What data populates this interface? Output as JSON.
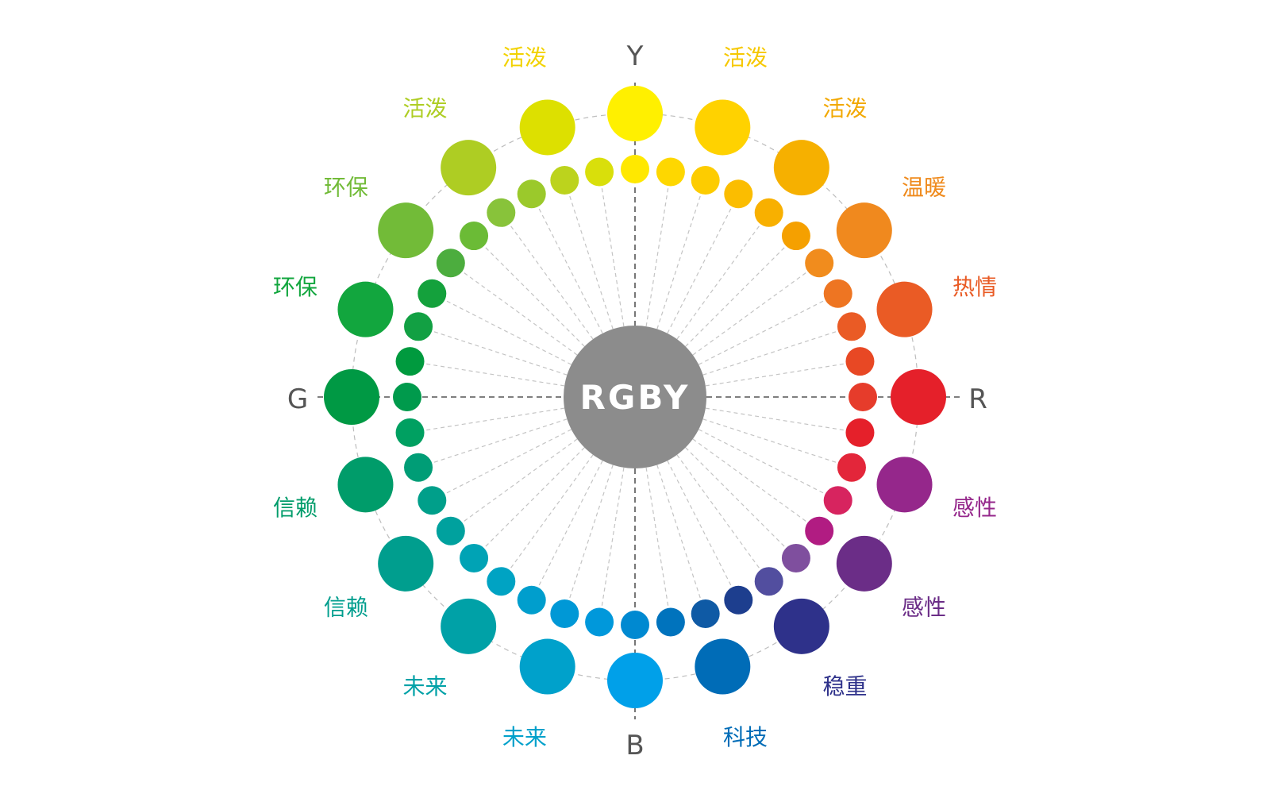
{
  "center": {
    "label": "RGBY",
    "color": "#8c8c8c"
  },
  "axes": {
    "top": "Y",
    "right": "R",
    "bottom": "B",
    "left": "G"
  },
  "outer_circles": [
    {
      "color": "#fff000",
      "label": ""
    },
    {
      "color": "#ffd200",
      "label": "活泼",
      "label_color": "#f6c800"
    },
    {
      "color": "#f6b000",
      "label": "活泼",
      "label_color": "#f2a800"
    },
    {
      "color": "#f0891e",
      "label": "温暖",
      "label_color": "#ef8a1c"
    },
    {
      "color": "#ea5b25",
      "label": "热情",
      "label_color": "#e95b25"
    },
    {
      "color": "#e5202a",
      "label": ""
    },
    {
      "color": "#95278b",
      "label": "感性",
      "label_color": "#95278b"
    },
    {
      "color": "#6b2d87",
      "label": "感性",
      "label_color": "#6b2d87"
    },
    {
      "color": "#2e318a",
      "label": "稳重",
      "label_color": "#2e318a"
    },
    {
      "color": "#006cb7",
      "label": "科技",
      "label_color": "#006cb7"
    },
    {
      "color": "#00a0e9",
      "label": ""
    },
    {
      "color": "#00a1cb",
      "label": "未来",
      "label_color": "#00a1cb"
    },
    {
      "color": "#00a1a7",
      "label": "未来",
      "label_color": "#00a1a7"
    },
    {
      "color": "#009e8e",
      "label": "信赖",
      "label_color": "#009e8e"
    },
    {
      "color": "#009c6a",
      "label": "信赖",
      "label_color": "#009c6a"
    },
    {
      "color": "#009944",
      "label": ""
    },
    {
      "color": "#12a63e",
      "label": "环保",
      "label_color": "#12a63e"
    },
    {
      "color": "#72bb38",
      "label": "环保",
      "label_color": "#72bb38"
    },
    {
      "color": "#aecd23",
      "label": "活泼",
      "label_color": "#aecd23"
    },
    {
      "color": "#dde000",
      "label": "活泼",
      "label_color": "#f2d200"
    }
  ],
  "inner_dots": [
    "#ffe800",
    "#fed700",
    "#fdcc00",
    "#fbbd00",
    "#f8b000",
    "#f5a000",
    "#f18c1d",
    "#ee7522",
    "#ea5b25",
    "#e84824",
    "#e63c2b",
    "#e5202a",
    "#e3263a",
    "#d7245f",
    "#b11c82",
    "#7f4f9e",
    "#524e9f",
    "#1d3e8e",
    "#0f5aa5",
    "#0073bd",
    "#0089d1",
    "#0098db",
    "#0098d6",
    "#009ecd",
    "#00a3c3",
    "#00a3b5",
    "#00a19e",
    "#009f8a",
    "#009d76",
    "#00a061",
    "#009a4c",
    "#009a3e",
    "#12a043",
    "#14a13c",
    "#4cad3e",
    "#6bbb36",
    "#88c33a",
    "#9bc92b",
    "#bcd31d",
    "#d9df0b"
  ]
}
